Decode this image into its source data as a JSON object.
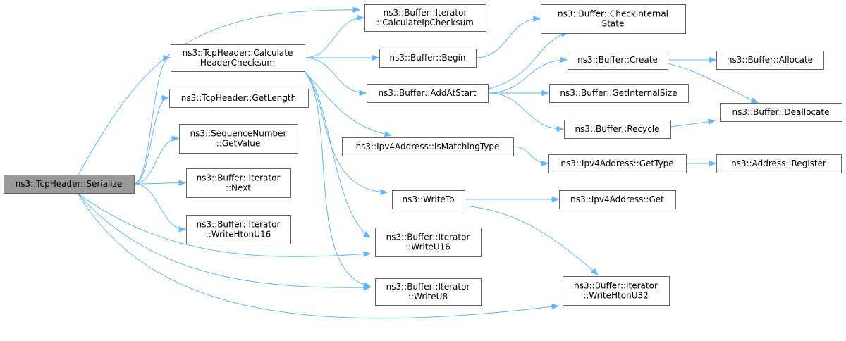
{
  "graph": {
    "root": "serialize",
    "colors": {
      "edge": "#63b8ff",
      "node_border": "#666666",
      "root_fill": "#999999",
      "node_fill": "#ffffff"
    },
    "nodes": [
      {
        "id": "serialize",
        "lines": [
          "ns3::TcpHeader::Serialize"
        ]
      },
      {
        "id": "calcHeaderChecksum",
        "lines": [
          "ns3::TcpHeader::Calculate",
          "HeaderChecksum"
        ]
      },
      {
        "id": "getLength",
        "lines": [
          "ns3::TcpHeader::GetLength"
        ]
      },
      {
        "id": "seqGetValue",
        "lines": [
          "ns3::SequenceNumber",
          "::GetValue"
        ]
      },
      {
        "id": "iterNext",
        "lines": [
          "ns3::Buffer::Iterator",
          "::Next"
        ]
      },
      {
        "id": "writeHtonU16",
        "lines": [
          "ns3::Buffer::Iterator",
          "::WriteHtonU16"
        ]
      },
      {
        "id": "calcIpChecksum",
        "lines": [
          "ns3::Buffer::Iterator",
          "::CalculateIpChecksum"
        ]
      },
      {
        "id": "bufBegin",
        "lines": [
          "ns3::Buffer::Begin"
        ]
      },
      {
        "id": "addAtStart",
        "lines": [
          "ns3::Buffer::AddAtStart"
        ]
      },
      {
        "id": "isMatchingType",
        "lines": [
          "ns3::Ipv4Address::IsMatchingType"
        ]
      },
      {
        "id": "writeTo",
        "lines": [
          "ns3::WriteTo"
        ]
      },
      {
        "id": "writeU16",
        "lines": [
          "ns3::Buffer::Iterator",
          "::WriteU16"
        ]
      },
      {
        "id": "writeU8",
        "lines": [
          "ns3::Buffer::Iterator",
          "::WriteU8"
        ]
      },
      {
        "id": "checkInternal",
        "lines": [
          "ns3::Buffer::CheckInternal",
          "State"
        ]
      },
      {
        "id": "bufCreate",
        "lines": [
          "ns3::Buffer::Create"
        ]
      },
      {
        "id": "getInternalSize",
        "lines": [
          "ns3::Buffer::GetInternalSize"
        ]
      },
      {
        "id": "bufRecycle",
        "lines": [
          "ns3::Buffer::Recycle"
        ]
      },
      {
        "id": "ipv4GetType",
        "lines": [
          "ns3::Ipv4Address::GetType"
        ]
      },
      {
        "id": "ipv4Get",
        "lines": [
          "ns3::Ipv4Address::Get"
        ]
      },
      {
        "id": "writeHtonU32",
        "lines": [
          "ns3::Buffer::Iterator",
          "::WriteHtonU32"
        ]
      },
      {
        "id": "bufAllocate",
        "lines": [
          "ns3::Buffer::Allocate"
        ]
      },
      {
        "id": "bufDeallocate",
        "lines": [
          "ns3::Buffer::Deallocate"
        ]
      },
      {
        "id": "addrRegister",
        "lines": [
          "ns3::Address::Register"
        ]
      }
    ],
    "edges": [
      [
        "serialize",
        "calcHeaderChecksum"
      ],
      [
        "serialize",
        "calcIpChecksum"
      ],
      [
        "serialize",
        "getLength"
      ],
      [
        "serialize",
        "seqGetValue"
      ],
      [
        "serialize",
        "iterNext"
      ],
      [
        "serialize",
        "writeHtonU16"
      ],
      [
        "serialize",
        "writeU16"
      ],
      [
        "serialize",
        "writeU8"
      ],
      [
        "serialize",
        "writeHtonU32"
      ],
      [
        "calcHeaderChecksum",
        "calcIpChecksum"
      ],
      [
        "calcHeaderChecksum",
        "bufBegin"
      ],
      [
        "calcHeaderChecksum",
        "addAtStart"
      ],
      [
        "calcHeaderChecksum",
        "isMatchingType"
      ],
      [
        "calcHeaderChecksum",
        "writeTo"
      ],
      [
        "calcHeaderChecksum",
        "writeU16"
      ],
      [
        "calcHeaderChecksum",
        "writeU8"
      ],
      [
        "bufBegin",
        "checkInternal"
      ],
      [
        "addAtStart",
        "checkInternal"
      ],
      [
        "addAtStart",
        "bufCreate"
      ],
      [
        "addAtStart",
        "getInternalSize"
      ],
      [
        "addAtStart",
        "bufRecycle"
      ],
      [
        "bufCreate",
        "bufAllocate"
      ],
      [
        "bufCreate",
        "bufDeallocate"
      ],
      [
        "bufRecycle",
        "bufDeallocate"
      ],
      [
        "isMatchingType",
        "ipv4GetType"
      ],
      [
        "ipv4GetType",
        "addrRegister"
      ],
      [
        "writeTo",
        "ipv4Get"
      ],
      [
        "writeTo",
        "writeHtonU32"
      ]
    ]
  }
}
